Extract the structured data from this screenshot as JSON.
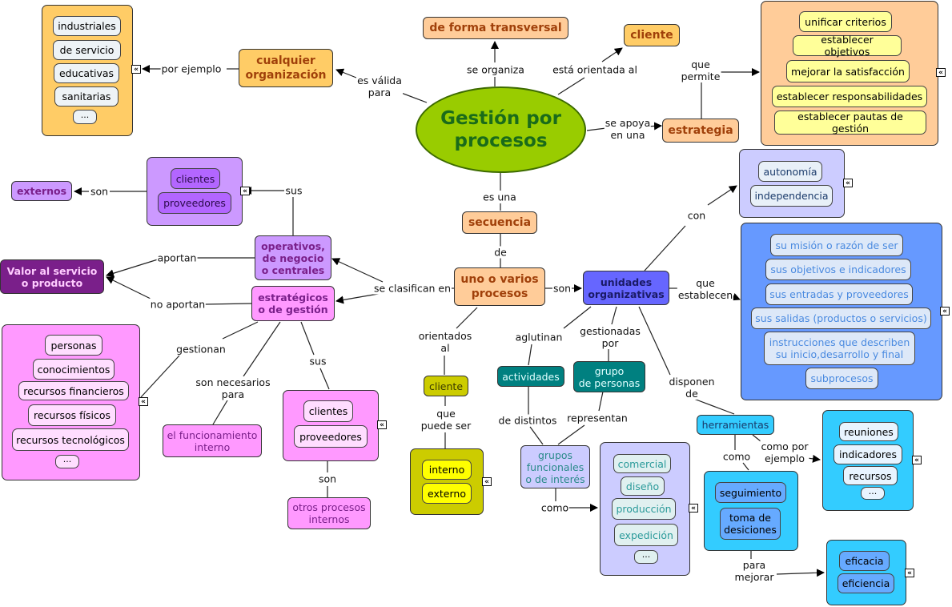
{
  "main_concept": "Gestión por\nprocesos",
  "nodes": {
    "transversal": "de forma transversal",
    "cliente_top": "cliente",
    "cualquier_org": "cualquier\norganización",
    "estrategia": "estrategia",
    "secuencia": "secuencia",
    "uno_varios": "uno o varios\nprocesos",
    "unidades": "unidades\norganizativas",
    "operativos": "operativos,\nde negocio\no centrales",
    "estrategicos": "estratégicos\no de gestión",
    "valor": "Valor al servicio\no producto",
    "externos": "externos",
    "funcionamiento": "el funcionamiento\ninterno",
    "otros_procesos": "otros procesos\ninternos",
    "cliente_mid": "cliente",
    "actividades": "actividades",
    "grupo_personas": "grupo\nde personas",
    "grupos_funcionales": "grupos\nfuncionales\no de interés",
    "herramientas": "herramientas"
  },
  "groups": {
    "organizaciones": [
      "industriales",
      "de servicio",
      "educativas",
      "sanitarias",
      "···"
    ],
    "estrategia_permite": [
      "unificar criterios",
      "establecer objetivos",
      "mejorar la satisfacción",
      "establecer responsabilidades",
      "establecer pautas de gestión"
    ],
    "sus_top": [
      "clientes",
      "proveedores"
    ],
    "autonomia": [
      "autonomía",
      "independencia"
    ],
    "establecen": [
      "su misión o razón de ser",
      "sus objetivos e indicadores",
      "sus entradas y proveedores",
      "sus salidas (productos o servicios)",
      "instrucciones que describen\nsu inicio,desarrollo y final",
      "subprocesos"
    ],
    "gestionan": [
      "personas",
      "conocimientos",
      "recursos financieros",
      "recursos físicos",
      "recursos tecnológicos",
      "···"
    ],
    "sus_bottom": [
      "clientes",
      "proveedores"
    ],
    "interno_externo": [
      "interno",
      "externo"
    ],
    "areas": [
      "comercial",
      "diseño",
      "producción",
      "expedición",
      "···"
    ],
    "herramientas_como": [
      "seguimiento",
      "toma de\ndesiciones"
    ],
    "reuniones": [
      "reuniones",
      "indicadores",
      "recursos",
      "···"
    ],
    "eficacia": [
      "eficacia",
      "eficiencia"
    ]
  },
  "link_labels": {
    "es_valida": "es válida\npara",
    "por_ejemplo": "por ejemplo",
    "se_organiza": "se organiza",
    "orientada": "está orientada al",
    "que_permite": "que\npermite",
    "se_apoya": "se apoya\nen una",
    "es_una": "es una",
    "de": "de",
    "son_unidades": "son",
    "con": "con",
    "que_establecen": "que\nestablecen",
    "se_clasifican": "se clasifican en",
    "aportan": "aportan",
    "no_aportan": "no aportan",
    "sus_top": "sus",
    "son_externos": "son",
    "gestionan": "gestionan",
    "necesarios": "son necesarios\npara",
    "sus_bottom": "sus",
    "son_otros": "son",
    "orientados": "orientados\nal",
    "que_puede": "que\npuede ser",
    "aglutinan": "aglutinan",
    "gestionadas": "gestionadas\npor",
    "disponen": "disponen\nde",
    "de_distintos": "de distintos",
    "representan": "representan",
    "como_areas": "como",
    "como_herr": "como",
    "como_por_ejemplo": "como por\nejemplo",
    "para_mejorar": "para\nmejorar"
  },
  "colors": {
    "main_fill": "#99cc00",
    "main_text": "#1a6b1a",
    "orange": "#ffcc99",
    "orange_text": "#a0400a",
    "gold": "#ffcc66",
    "purple_light": "#cc99ff",
    "purple_dark": "#7a1f8a",
    "pink": "#ff99ff",
    "blue_node": "#6666ff",
    "blue_panel": "#6699ff",
    "lavender": "#ccccff",
    "teal": "#008080",
    "olive": "#cccc00",
    "yellow": "#ffff00",
    "cyan": "#33ccff"
  }
}
